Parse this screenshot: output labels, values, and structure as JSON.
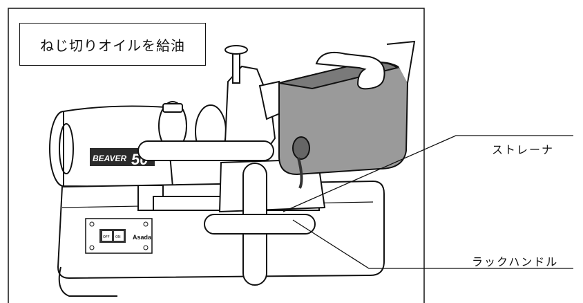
{
  "title": "ねじ切りオイルを給油",
  "callouts": {
    "strainer": "ストレーナ",
    "rack_handle": "ラックハンドル"
  },
  "machine": {
    "brand": "BEAVER",
    "model": "50",
    "maker": "Asada",
    "switch_off": "OFF",
    "switch_on": "ON"
  },
  "colors": {
    "line": "#111111",
    "can": "#9a9a9a",
    "can_shade": "#7a7a7a"
  }
}
